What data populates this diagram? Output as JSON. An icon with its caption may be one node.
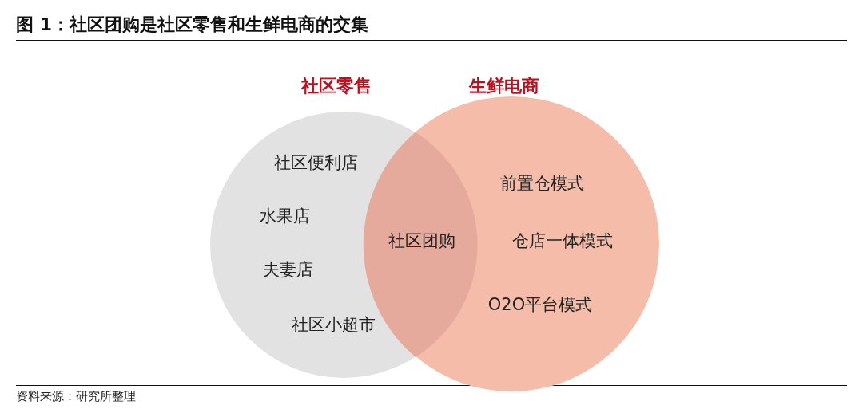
{
  "diagram": {
    "title": "图 1：社区团购是社区零售和生鲜电商的交集",
    "nodes": [
      {
        "text": [
          "社区零售",
          "社区便利店",
          "水果店",
          "夫妻店",
          "社区小超市"
        ]
      },
      {
        "text": [
          "生鲜电商",
          "前置仓模式",
          "仓店一体模式",
          "O2O平台模式"
        ]
      },
      {
        "text": [
          "社区团购"
        ]
      }
    ],
    "labels": [
      "资料来源：研究所整理"
    ]
  }
}
